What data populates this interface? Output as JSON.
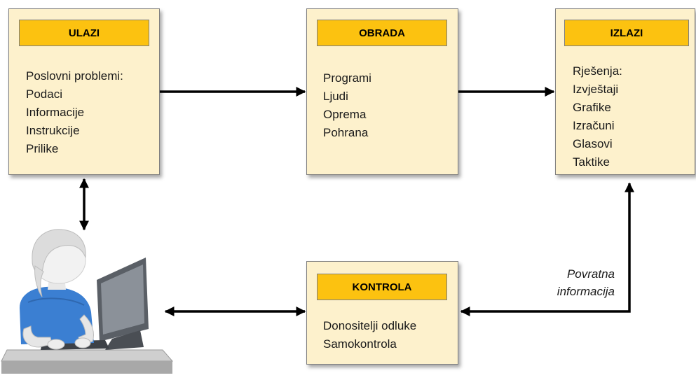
{
  "blocks": {
    "ulazi": {
      "title": "ULAZI",
      "items": [
        "Poslovni problemi:",
        "Podaci",
        "Informacije",
        "Instrukcije",
        "Prilike"
      ]
    },
    "obrada": {
      "title": "OBRADA",
      "items": [
        "Programi",
        "Ljudi",
        "Oprema",
        "Pohrana"
      ]
    },
    "izlazi": {
      "title": "IZLAZI",
      "items": [
        "Rješenja:",
        "Izvještaji",
        "Grafike",
        "Izračuni",
        "Glasovi",
        "Taktike"
      ]
    },
    "kontrola": {
      "title": "KONTROLA",
      "items": [
        "Donositelji odluke",
        "Samokontrola"
      ]
    }
  },
  "feedback_label": [
    "Povratna",
    "informacija"
  ],
  "figure": {
    "icon": "user-at-computer-icon"
  },
  "colors": {
    "box_fill": "#fdf1cc",
    "header_fill": "#fcc210",
    "border": "#7f7f7f",
    "arrow": "#000000"
  }
}
